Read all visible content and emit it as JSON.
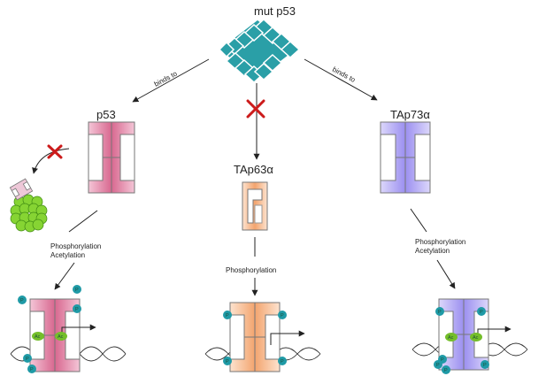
{
  "labels": {
    "mut_p53": "mut p53",
    "p53": "p53",
    "tap63a": "TAp63α",
    "tap73a": "TAp73α",
    "binds_left": "binds to",
    "binds_right": "binds to",
    "pathway_p53": [
      "Phosphorylation",
      "Acetylation"
    ],
    "pathway_tap63": [
      "Phosphorylation"
    ],
    "pathway_tap73": [
      "Phosphorylation",
      "Acetylation"
    ],
    "phospho_badge": "P",
    "acetyl_badge": "Ac"
  },
  "colors": {
    "mut_p53": "#2a9fa7",
    "p53": "#e07fa6",
    "tap63": "#f6b488",
    "tap73": "#a79df2",
    "block_x": "#cc1b1b",
    "phospho": "#1f9aa6",
    "acetyl": "#74be2a",
    "proteasome": "#86d433"
  },
  "icons": [
    "inhibition-x-icon",
    "proteasome-icon",
    "dna-helix-icon",
    "transcription-arrow-icon"
  ]
}
